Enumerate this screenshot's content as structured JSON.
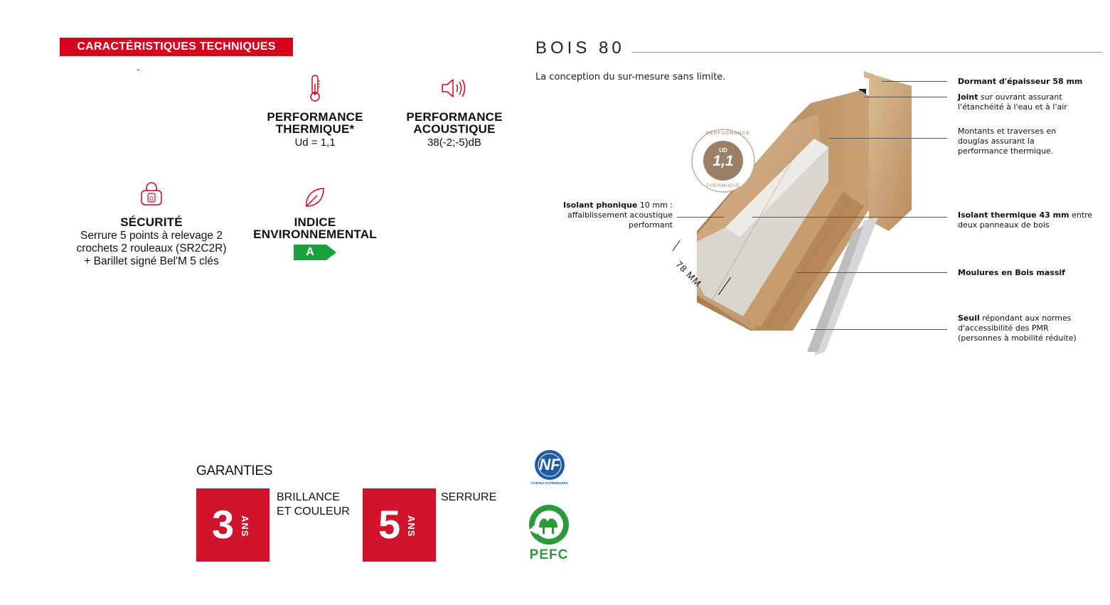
{
  "header": {
    "title": "CARACTÉRISTIQUES TECHNIQUES"
  },
  "features": {
    "thermal": {
      "title_line1": "PERFORMANCE",
      "title_line2": "THERMIQUE*",
      "value": "Ud = 1,1"
    },
    "acoustic": {
      "title_line1": "PERFORMANCE",
      "title_line2": "ACOUSTIQUE",
      "value": "38(-2;-5)dB"
    },
    "security": {
      "title": "SÉCURITÉ",
      "line1": "Serrure 5 points à relevage 2",
      "line2": "crochets 2 rouleaux (SR2C2R)",
      "line3": "+ Barillet signé Bel'M 5 clés"
    },
    "environment": {
      "title_line1": "INDICE",
      "title_line2": "ENVIRONNEMENTAL",
      "grade": "A"
    }
  },
  "product": {
    "title": "BOIS 80",
    "subtitle": "La conception du sur-mesure sans limite.",
    "badge": {
      "top": "PERFORMANCE",
      "label": "UD",
      "value": "1,1",
      "bottom": "THERMIQUE"
    },
    "thickness": "78 MM",
    "callouts": {
      "dormant": {
        "bold": "Dormant d'épaisseur 58 mm"
      },
      "joint": {
        "bold": "Joint",
        "text": " sur ouvrant assurant",
        "line2": "l'étanchéité à l'eau et à l'air"
      },
      "montants": {
        "line1": "Montants et traverses en",
        "line2": "douglas assurant la",
        "line3": "performance thermique."
      },
      "isolant_phonique": {
        "bold": "Isolant phonique",
        "text": " 10 mm :",
        "line2": "affaiblissement acoustique",
        "line3": "performant"
      },
      "isolant_thermique": {
        "bold": "Isolant thermique 43 mm",
        "text": " entre",
        "line2": "deux panneaux de bois"
      },
      "moulures": {
        "bold": "Moulures en Bois massif"
      },
      "seuil": {
        "bold": "Seuil",
        "text": " répondant aux normes",
        "line2": "d'accessibilité des PMR",
        "line3": "(personnes à mobilité réduite)"
      }
    }
  },
  "guarantees": {
    "title": "GARANTIES",
    "items": [
      {
        "years": "3",
        "unit": "ANS",
        "label_line1": "BRILLANCE",
        "label_line2": "ET COULEUR"
      },
      {
        "years": "5",
        "unit": "ANS",
        "label_line1": "SERRURE"
      }
    ]
  },
  "certifications": {
    "nf": {
      "mark": "NF",
      "caption": "PORTES EXTÉRIEURES"
    },
    "pefc": {
      "mark": "PEFC"
    }
  },
  "colors": {
    "brand_red": "#d9001e",
    "env_green": "#1aa13b",
    "wood": "#c9a47a",
    "badge_brown": "#9c8066"
  }
}
